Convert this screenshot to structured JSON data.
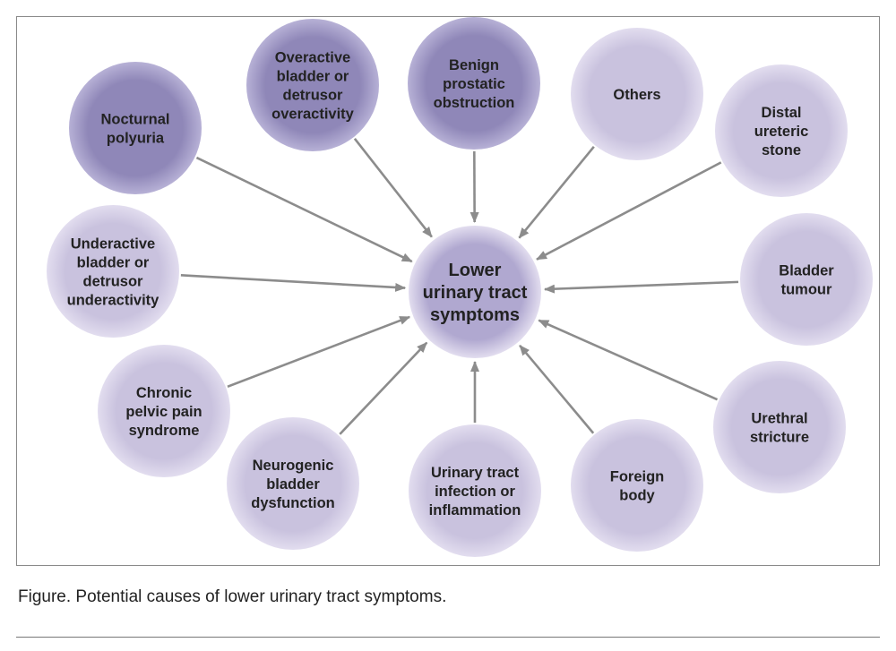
{
  "diagram": {
    "center": {
      "label": [
        "Lower",
        "urinary tract",
        "symptoms"
      ]
    },
    "causes": [
      {
        "id": "nocturnal-polyuria",
        "label": [
          "Nocturnal",
          "polyuria"
        ],
        "shade": "dark"
      },
      {
        "id": "overactive-bladder",
        "label": [
          "Overactive",
          "bladder or",
          "detrusor",
          "overactivity"
        ],
        "shade": "dark"
      },
      {
        "id": "benign-prostatic-obstruction",
        "label": [
          "Benign",
          "prostatic",
          "obstruction"
        ],
        "shade": "dark"
      },
      {
        "id": "others",
        "label": [
          "Others"
        ],
        "shade": "light"
      },
      {
        "id": "distal-ureteric-stone",
        "label": [
          "Distal",
          "ureteric",
          "stone"
        ],
        "shade": "light"
      },
      {
        "id": "bladder-tumour",
        "label": [
          "Bladder",
          "tumour"
        ],
        "shade": "light"
      },
      {
        "id": "urethral-stricture",
        "label": [
          "Urethral",
          "stricture"
        ],
        "shade": "light"
      },
      {
        "id": "foreign-body",
        "label": [
          "Foreign",
          "body"
        ],
        "shade": "light"
      },
      {
        "id": "urinary-tract-infection",
        "label": [
          "Urinary tract",
          "infection or",
          "inflammation"
        ],
        "shade": "light"
      },
      {
        "id": "neurogenic-bladder-dysfunction",
        "label": [
          "Neurogenic",
          "bladder",
          "dysfunction"
        ],
        "shade": "light"
      },
      {
        "id": "chronic-pelvic-pain-syndrome",
        "label": [
          "Chronic",
          "pelvic pain",
          "syndrome"
        ],
        "shade": "light"
      },
      {
        "id": "underactive-bladder",
        "label": [
          "Underactive",
          "bladder or",
          "detrusor",
          "underactivity"
        ],
        "shade": "light"
      }
    ],
    "colors": {
      "dark_fill": "#8f87b8",
      "dark_edge": "#b7b1d6",
      "light_fill": "#c9c2de",
      "light_edge": "#e2ddef",
      "center_fill": "#b0a8d0",
      "arrow": "#8c8c8c"
    }
  },
  "caption": {
    "label": "Figure.",
    "text": " Potential causes of lower urinary tract symptoms."
  }
}
